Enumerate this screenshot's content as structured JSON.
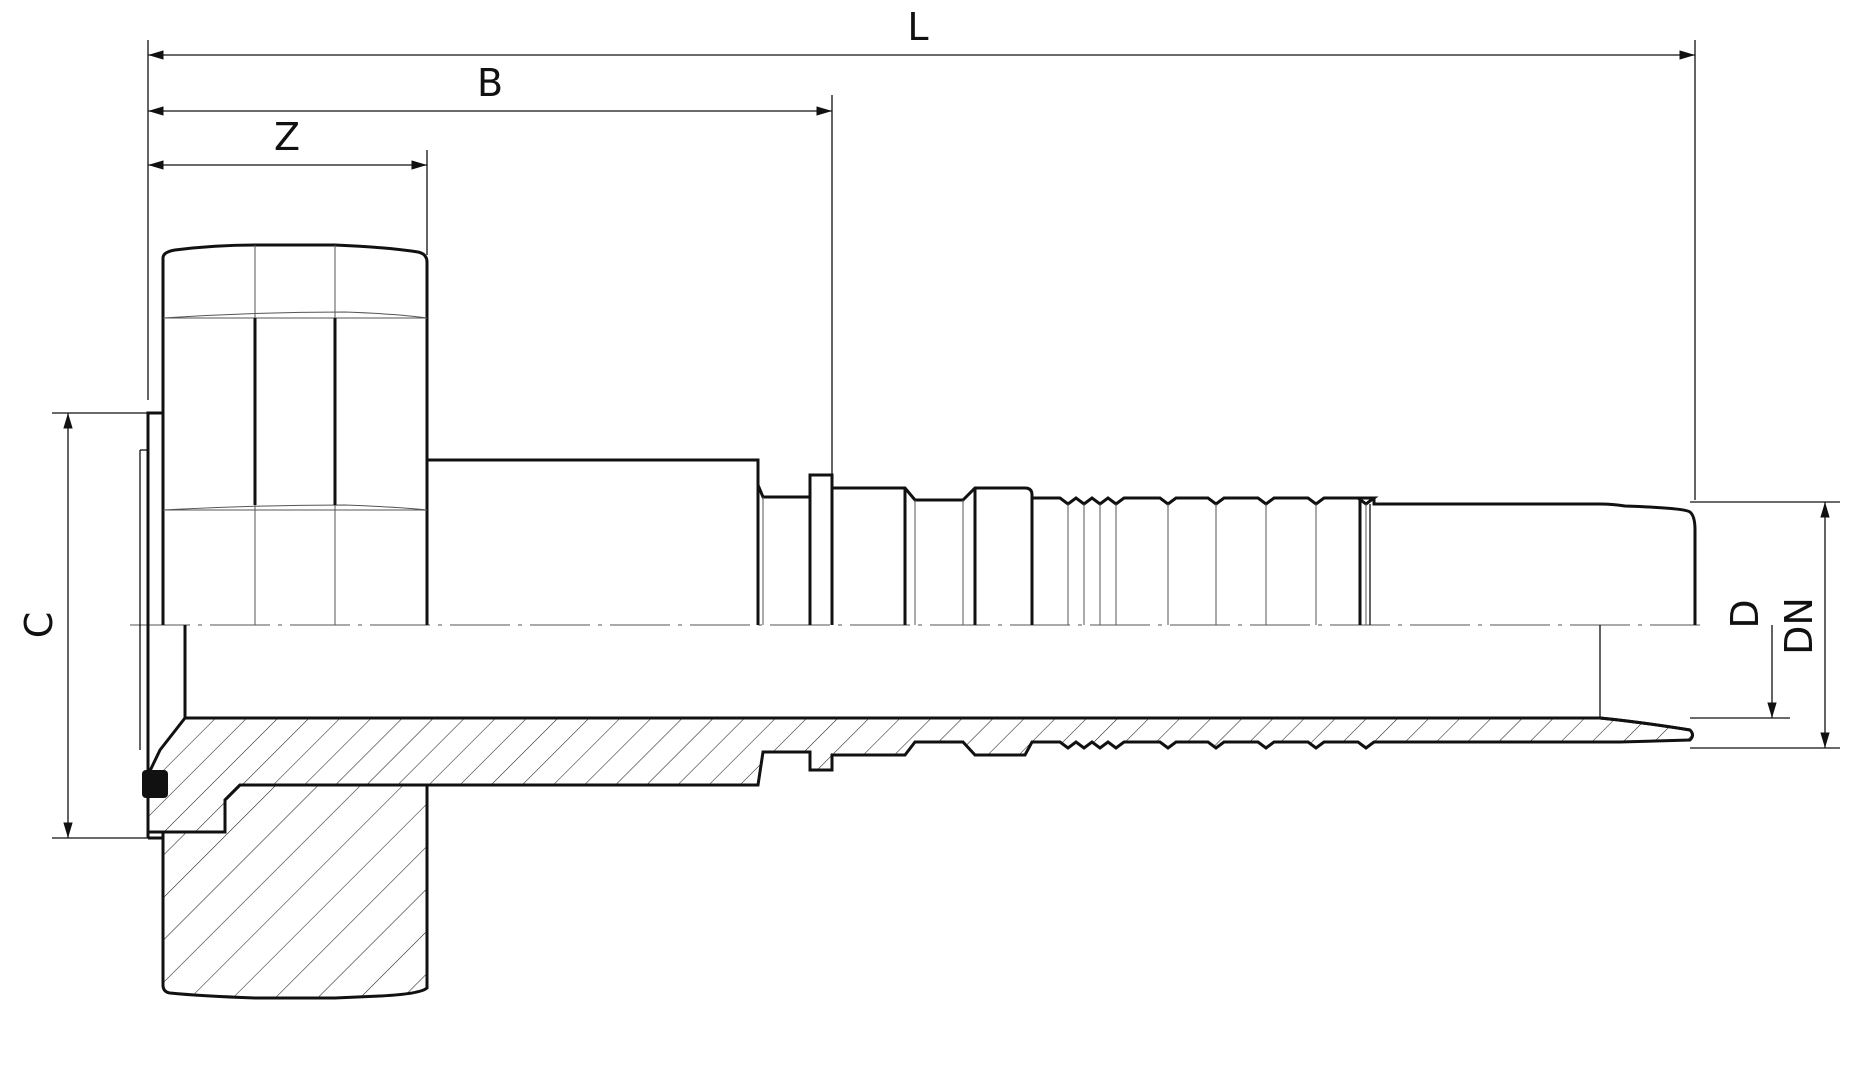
{
  "drawing": {
    "dimensions": {
      "L": "L",
      "B": "B",
      "Z": "Z",
      "C": "C",
      "D": "D",
      "DN": "DN"
    }
  }
}
